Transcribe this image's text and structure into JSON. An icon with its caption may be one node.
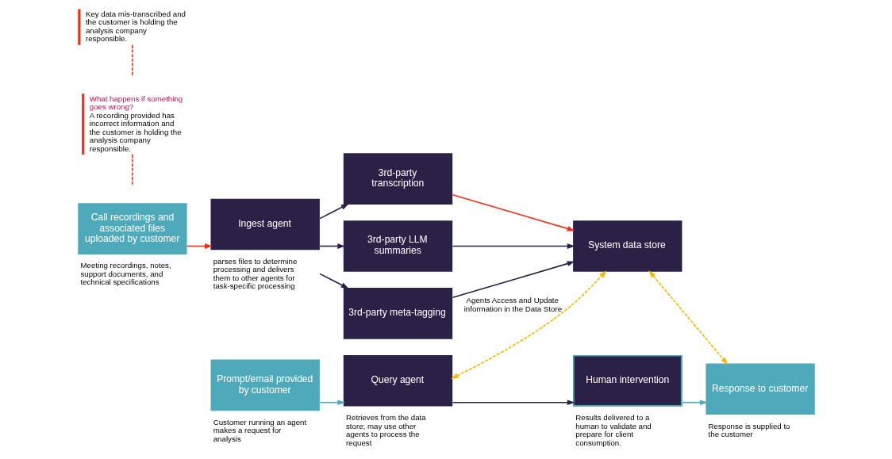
{
  "diagram": {
    "nodes": [
      {
        "text": [
          "Call recordings and associated files uploaded by customer"
        ],
        "beside": [
          "Meeting recordings, notes, support documents, and technical specifications"
        ]
      },
      {
        "text": [
          "Ingest agent"
        ],
        "beside": [
          "parses files to determine processing and delivers them to other agents for task-specific processing"
        ]
      },
      {
        "text": [
          "3rd-party transcription"
        ]
      },
      {
        "text": [
          "3rd-party LLM summaries"
        ]
      },
      {
        "text": [
          "3rd-party meta-tagging"
        ]
      },
      {
        "text": [
          "System data store"
        ]
      },
      {
        "text": [
          "Prompt/email provided by customer"
        ],
        "beside": [
          "Customer running an agent makes a request for analysis"
        ]
      },
      {
        "text": [
          "Query agent"
        ],
        "beside": [
          "Retrieves from the data store; may use other agents to process the request"
        ]
      },
      {
        "text": [
          "Human intervention"
        ],
        "beside": [
          "Results delivered to a human to validate and prepare for client consumption."
        ]
      },
      {
        "text": [
          "Response to customer"
        ],
        "beside": [
          "Response is supplied to the customer"
        ]
      },
      {
        "text": [
          "What happens if something goes wrong?",
          "A recording provided has incorrect information and the customer is holding the analysis company responsible."
        ]
      },
      {
        "text": [
          "Key data mis-transcribed and the customer is holding the analysis company responsible."
        ]
      }
    ],
    "edges": [
      {
        "from": 0,
        "to": 1,
        "arrow": "to",
        "color": "#f0321a"
      },
      {
        "from": 1,
        "to": 2,
        "arrow": "to"
      },
      {
        "from": 1,
        "to": 3,
        "arrow": "to"
      },
      {
        "from": 1,
        "to": 4,
        "arrow": "to"
      },
      {
        "from": 2,
        "to": 5,
        "arrow": "to",
        "color": "#f0321a"
      },
      {
        "from": 3,
        "to": 5,
        "arrow": "to"
      },
      {
        "from": 4,
        "to": 5,
        "arrow": "to"
      },
      {
        "from": 6,
        "to": 7,
        "arrow": "to",
        "color": "#4eaabb"
      },
      {
        "from": 7,
        "to": 8,
        "arrow": "to"
      },
      {
        "from": 8,
        "to": 9,
        "arrow": "to",
        "color": "#4eaabb"
      },
      {
        "from": 7,
        "to": 5,
        "arrow": "both",
        "label": "Agents Access and Update information in the Data Store",
        "style": "dashed",
        "color": "#f5b800"
      },
      {
        "from": 5,
        "to": 9,
        "arrow": "both",
        "style": "dashed",
        "color": "#f5b800"
      },
      {
        "from": 10,
        "to": null,
        "arrow": "none",
        "style": "dashed",
        "color": "#f0321a"
      },
      {
        "from": 11,
        "to": null,
        "arrow": "none",
        "style": "dashed",
        "color": "#f0321a"
      }
    ]
  }
}
